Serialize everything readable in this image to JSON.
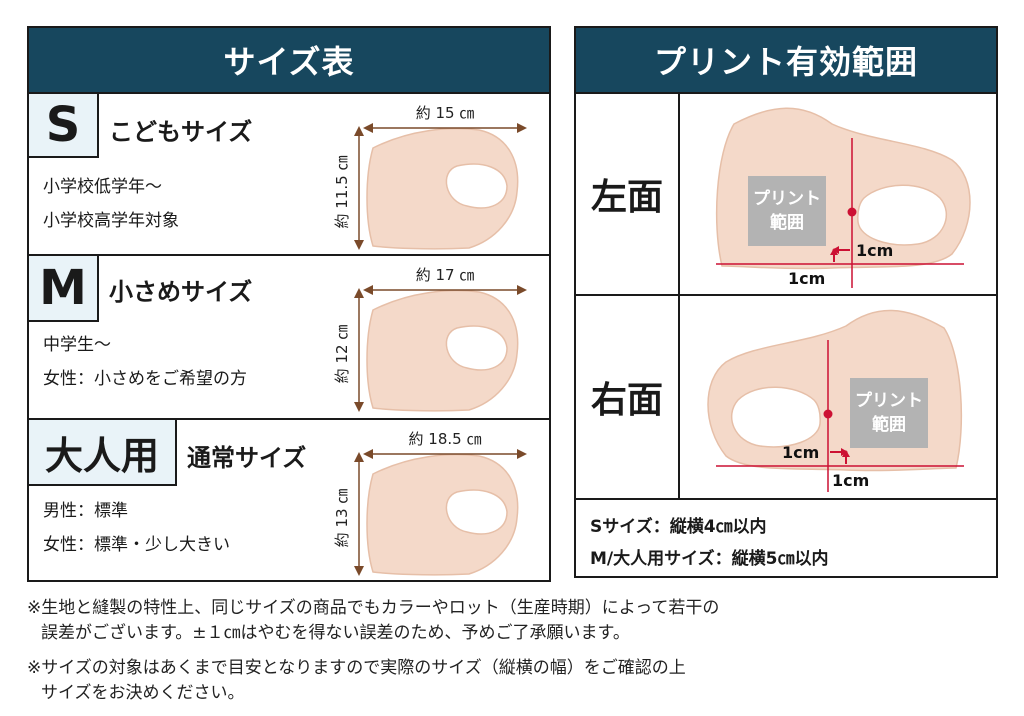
{
  "size_table": {
    "title": "サイズ表",
    "rows": [
      {
        "badge": "S",
        "name": "こどもサイズ",
        "desc": [
          "小学校低学年～",
          "小学校高学年対象"
        ],
        "width": "約 15 ㎝",
        "height": "約 11.5 ㎝"
      },
      {
        "badge": "M",
        "name": "小さめサイズ",
        "desc": [
          "中学生～",
          "女性：小さめをご希望の方"
        ],
        "width": "約 17 ㎝",
        "height": "約 12 ㎝"
      },
      {
        "badge": "大人用",
        "name": "通常サイズ",
        "desc": [
          "男性：標準",
          "女性：標準・少し大きい"
        ],
        "width": "約 18.5 ㎝",
        "height": "約 13 ㎝"
      }
    ]
  },
  "print_area": {
    "title": "プリント有効範囲",
    "faces": [
      {
        "label": "左面",
        "box": [
          "プリント",
          "範囲"
        ],
        "m1": "1cm",
        "m2": "1cm"
      },
      {
        "label": "右面",
        "box": [
          "プリント",
          "範囲"
        ],
        "m1": "1cm",
        "m2": "1cm"
      }
    ],
    "notes": [
      "Sサイズ：縦横4㎝以内",
      "M/大人用サイズ：縦横5㎝以内"
    ]
  },
  "footnotes": [
    [
      "※生地と縫製の特性上、同じサイズの商品でもカラーやロット（生産時期）によって若干の",
      "誤差がございます。±１㎝はやむを得ない誤差のため、予めご了承願います。"
    ],
    [
      "※サイズの対象はあくまで目安となりますので実際のサイズ（縦横の幅）をご確認の上",
      "サイズをお決めください。"
    ]
  ],
  "colors": {
    "header": "#17475e",
    "mask": "#f4d9c9",
    "mask_edge": "#e6bfa8",
    "dimension": "#7a4a2a",
    "guide": "#cc1133",
    "print_box": "#b3b3b3"
  }
}
